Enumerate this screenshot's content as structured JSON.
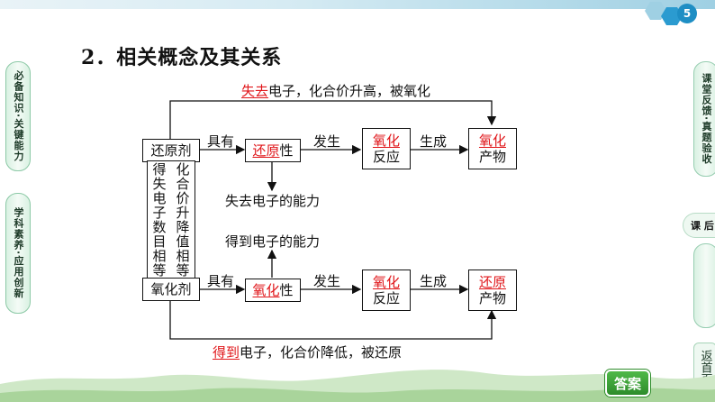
{
  "page_number": "5",
  "title": "2．相关概念及其关系",
  "left_tabs": [
    "必备知识·关键能力",
    "学科素养·应用创新"
  ],
  "right_tabs": [
    "课堂反馈·真题验收"
  ],
  "right_short_tab": "课 后",
  "back_tab": "返首页",
  "answer_button": "答案",
  "diagram": {
    "top_label_red": "失去",
    "top_label_rest": "电子，化合价升高，被氧化",
    "bottom_label_red": "得到",
    "bottom_label_rest": "电子，化合价降低，被还原",
    "reducer": "还原剂",
    "oxidizer": "氧化剂",
    "has": "具有",
    "occur": "发生",
    "produce": "生成",
    "reducing_red": "还原",
    "reducing_suffix": "性",
    "oxidizing_red": "氧化",
    "oxidizing_suffix": "性",
    "ox_reaction_top": "氧化",
    "ox_reaction_bottom": "反应",
    "red_reaction_top": "氧化",
    "red_reaction_bottom": "反应",
    "ox_product_top": "氧化",
    "ox_product_bottom": "产物",
    "red_product_top": "还原",
    "red_product_bottom": "产物",
    "lose_ability": "失去电子的能力",
    "gain_ability": "得到电子的能力",
    "col_left": "得失电子数目相等",
    "col_right": "化合价升降值相等"
  },
  "colors": {
    "red": "#e0161a",
    "tab_green": "#d9f1e2",
    "accent_blue": "#1e8ec4"
  }
}
